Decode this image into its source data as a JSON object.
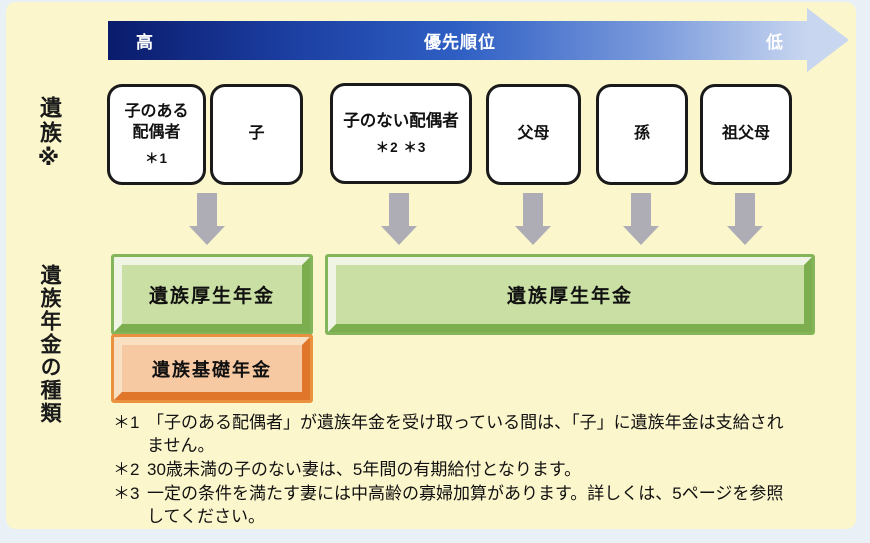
{
  "colors": {
    "page_bg": "#e9f1f7",
    "panel_bg": "#fbf6cb",
    "arrow_gradient_start": "#0a1b6b",
    "arrow_gradient_end": "#c8d6f0",
    "down_arrow_gray": "#aeadb6",
    "green_fill": "#c9dfa3",
    "green_border": "#7cae50",
    "orange_fill": "#f7c9a2",
    "orange_border": "#e0762a"
  },
  "priority_bar": {
    "high": "高",
    "title": "優先順位",
    "low": "低"
  },
  "left_labels": {
    "survivors": "遺族※",
    "pension_types": "遺族年金の種類"
  },
  "survivor_boxes": {
    "spouse_with_children": {
      "line1": "子のある",
      "line2": "配偶者",
      "note": "＊1"
    },
    "child": {
      "line1": "子"
    },
    "spouse_without_children": {
      "line1": "子のない配偶者",
      "note": "＊2 ＊3"
    },
    "parents": {
      "line1": "父母"
    },
    "grandchild": {
      "line1": "孫"
    },
    "grandparents": {
      "line1": "祖父母"
    }
  },
  "pension_boxes": {
    "kosei_left": "遺族厚生年金",
    "kosei_right": "遺族厚生年金",
    "kiso": "遺族基礎年金"
  },
  "footnotes": {
    "f1": {
      "marker": "＊1",
      "text": "「子のある配偶者」が遺族年金を受け取っている間は、「子」に遺族年金は支給されません。"
    },
    "f2": {
      "marker": "＊2",
      "text": "30歳未満の子のない妻は、5年間の有期給付となります。"
    },
    "f3": {
      "marker": "＊3",
      "text": "一定の条件を満たす妻には中高齢の寡婦加算があります。詳しくは、5ページを参照してください。"
    }
  }
}
